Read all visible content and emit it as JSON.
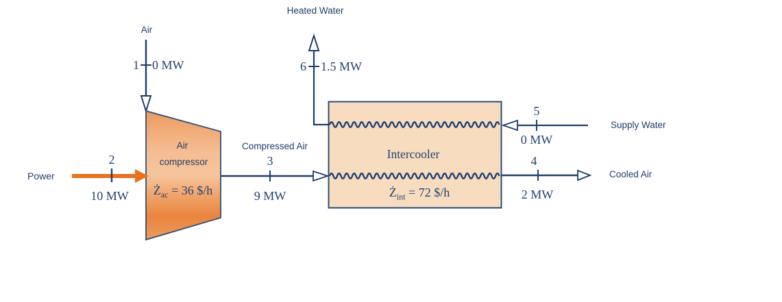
{
  "colors": {
    "line_navy": "#1f3c6b",
    "text_navy": "#24416e",
    "power_orange": "#e8731d",
    "intercooler_fill": "#f7dcc0",
    "compressor_orange_light": "#f6c59c",
    "compressor_orange_dark": "#e9853f"
  },
  "streams": {
    "air_in": {
      "name": "Air",
      "number": "1",
      "value": "0 MW"
    },
    "power": {
      "name": "Power",
      "number": "2",
      "value": "10 MW"
    },
    "compressed_air": {
      "name": "Compressed Air",
      "number": "3",
      "value": "9 MW"
    },
    "cooled_air": {
      "name": "Cooled Air",
      "number": "4",
      "value": "2 MW"
    },
    "supply_water": {
      "name": "Supply Water",
      "number": "5",
      "value": "0 MW"
    },
    "heated_water": {
      "name": "Heated Water",
      "number": "6",
      "value": "1.5 MW"
    }
  },
  "components": {
    "compressor": {
      "label_line1": "Air",
      "label_line2": "compressor",
      "cost_symbol": "Ż",
      "cost_sub": "ac",
      "cost_value": " = 36 $/h"
    },
    "intercooler": {
      "label": "Intercooler",
      "cost_symbol": "Ż",
      "cost_sub": "int",
      "cost_value": " = 72 $/h"
    }
  }
}
